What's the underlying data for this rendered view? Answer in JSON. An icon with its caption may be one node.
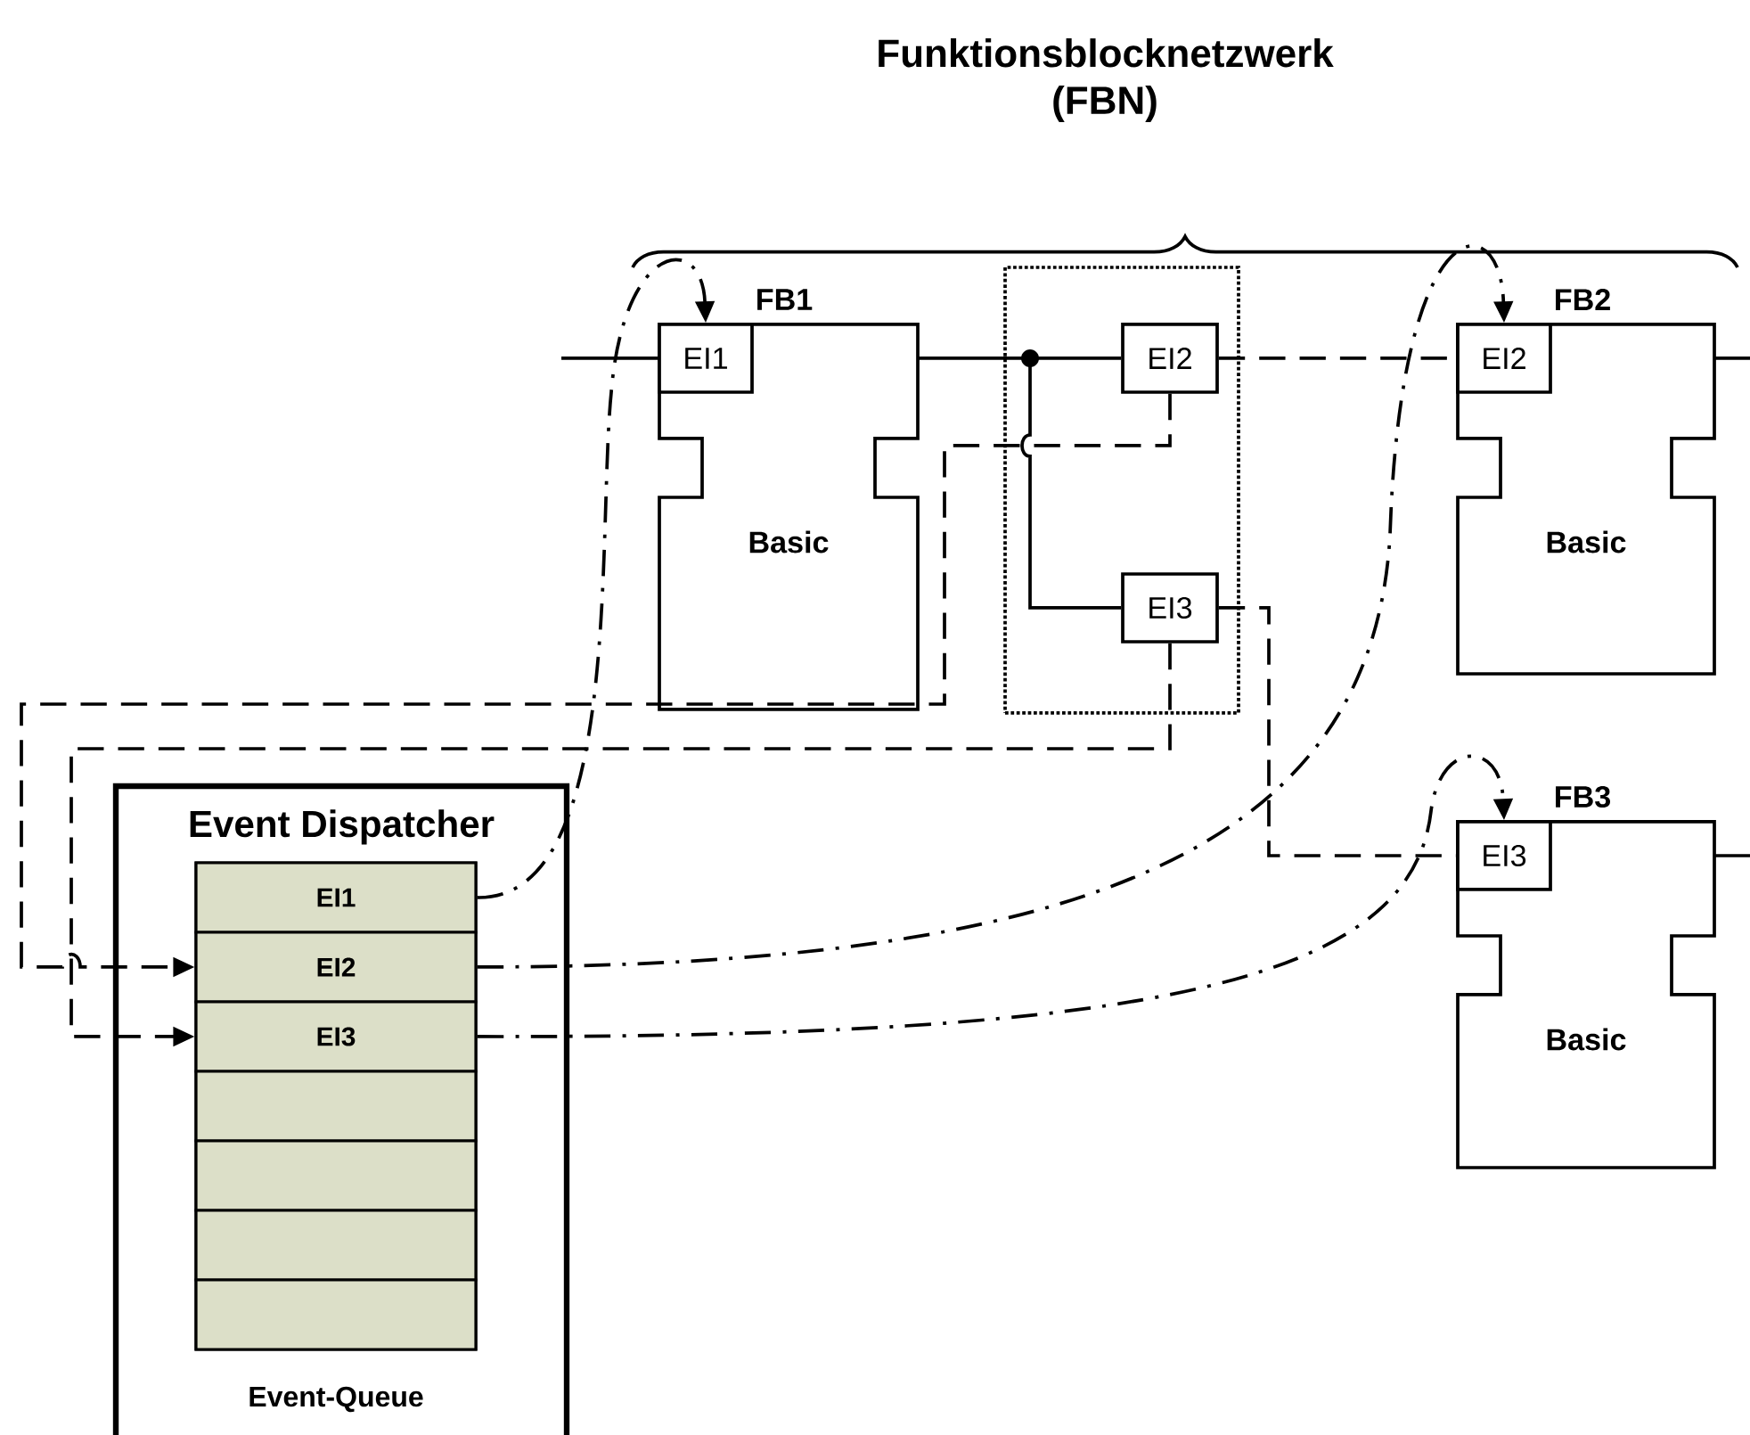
{
  "diagram": {
    "title": "Funktionsblocknetzwerk (FBN)",
    "nodes": [
      {
        "text": [
          "FB1",
          "Basic"
        ]
      },
      {
        "text": [
          "EI1"
        ],
        "in": 0
      },
      {
        "text": [],
        "shape": "box"
      },
      {
        "text": [
          "EI2"
        ],
        "in": 2
      },
      {
        "text": [
          "EI3"
        ],
        "in": 2
      },
      {
        "text": [
          "FB2",
          "Basic"
        ]
      },
      {
        "text": [
          "EI2"
        ],
        "in": 5
      },
      {
        "text": [
          "FB3",
          "Basic"
        ]
      },
      {
        "text": [
          "EI3"
        ],
        "in": 7
      },
      {
        "text": [
          "Event Dispatcher"
        ]
      },
      {
        "text": [
          "Event-Queue"
        ],
        "in": 9
      },
      {
        "text": [
          "EI1"
        ],
        "in": 10
      },
      {
        "text": [
          "EI2"
        ],
        "in": 10
      },
      {
        "text": [
          "EI3"
        ],
        "in": 10
      },
      {
        "text": [],
        "shape": "box",
        "in": 10
      },
      {
        "text": [],
        "shape": "box",
        "in": 10
      },
      {
        "text": [],
        "shape": "box",
        "in": 10
      },
      {
        "text": [],
        "shape": "box",
        "in": 10
      }
    ],
    "edges": [
      {
        "from": 0,
        "to": 3,
        "arrow": "none"
      },
      {
        "from": 0,
        "to": 4,
        "arrow": "none"
      },
      {
        "from": 3,
        "to": 6,
        "arrow": "none",
        "style": "dashed"
      },
      {
        "from": 4,
        "to": 8,
        "arrow": "none",
        "style": "dashed"
      },
      {
        "from": 3,
        "to": 12,
        "arrow": "to",
        "style": "dashed"
      },
      {
        "from": 4,
        "to": 13,
        "arrow": "to",
        "style": "dashed"
      },
      {
        "from": 11,
        "to": 1,
        "arrow": "to",
        "style": "dashed"
      },
      {
        "from": 12,
        "to": 6,
        "arrow": "to",
        "style": "dashed"
      },
      {
        "from": 13,
        "to": 8,
        "arrow": "to",
        "style": "dashed"
      },
      {
        "from": null,
        "to": 1,
        "arrow": "none"
      },
      {
        "from": 5,
        "to": null,
        "arrow": "none"
      },
      {
        "from": 7,
        "to": null,
        "arrow": "none"
      }
    ]
  }
}
